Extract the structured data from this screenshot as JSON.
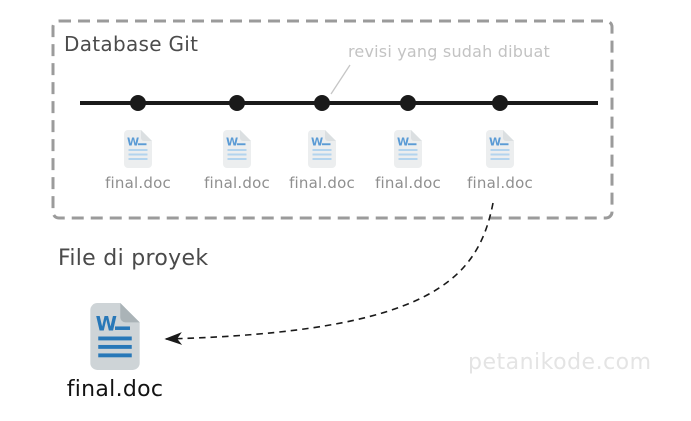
{
  "database_box": {
    "title": "Database Git",
    "annotation": "revisi yang sudah dibuat",
    "revisions": [
      {
        "label": "final.doc",
        "icon": "word-document-icon"
      },
      {
        "label": "final.doc",
        "icon": "word-document-icon"
      },
      {
        "label": "final.doc",
        "icon": "word-document-icon"
      },
      {
        "label": "final.doc",
        "icon": "word-document-icon"
      },
      {
        "label": "final.doc",
        "icon": "word-document-icon"
      }
    ],
    "commit_count": 5
  },
  "project": {
    "title": "File di proyek",
    "file_label": "final.doc",
    "file_icon": "word-document-icon"
  },
  "watermark": "petanikode.com",
  "colors": {
    "background": "#ffffff",
    "box_border": "#9b9b9b",
    "timeline": "#1a1a1a",
    "annotation_text": "#c3c3c3",
    "title_text": "#4c4c4c",
    "small_label_text": "#8f8f8f",
    "big_label_text": "#121212",
    "watermark_text": "#e4e4e4",
    "small_doc_body": "#eceeef",
    "small_doc_fold": "#dbdfe1",
    "small_doc_blue": "#5b9bd5",
    "small_doc_lines": "#b3d4ee",
    "big_doc_body": "#ced4d7",
    "big_doc_fold": "#aab3b7",
    "big_doc_blue": "#2878b8",
    "arrow": "#1a1a1a"
  }
}
